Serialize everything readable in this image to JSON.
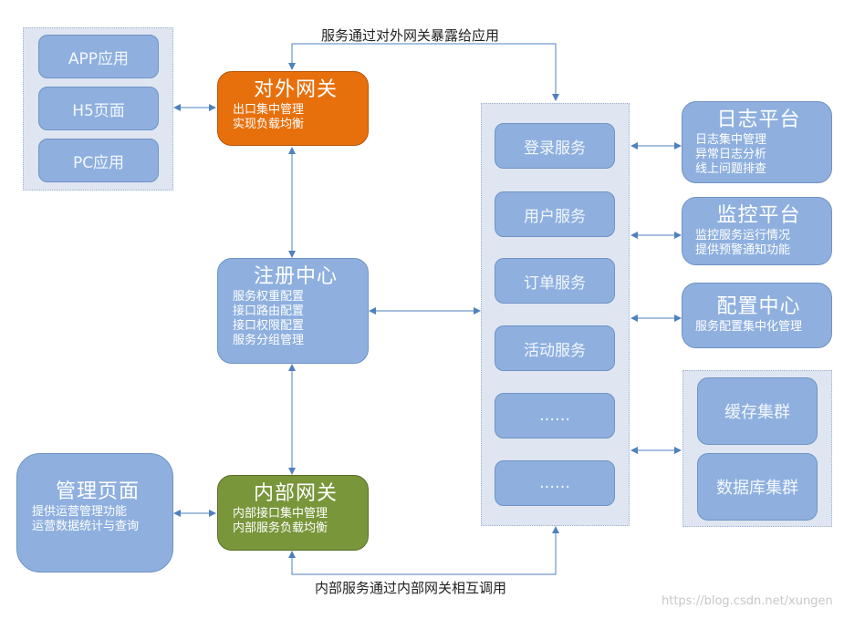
{
  "clients": [
    {
      "label": "APP应用"
    },
    {
      "label": "H5页面"
    },
    {
      "label": "PC应用"
    }
  ],
  "external_gateway": {
    "title": "对外网关",
    "lines": [
      "出口集中管理",
      "实现负载均衡"
    ],
    "color": "#e8700c"
  },
  "registry": {
    "title": "注册中心",
    "lines": [
      "服务权重配置",
      "接口路由配置",
      "接口权限配置",
      "服务分组管理"
    ]
  },
  "internal_gateway": {
    "title": "内部网关",
    "lines": [
      "内部接口集中管理",
      "内部服务负载均衡"
    ],
    "color": "#79963a"
  },
  "admin": {
    "title": "管理页面",
    "lines": [
      "提供运营管理功能",
      "运营数据统计与查询"
    ]
  },
  "services": [
    {
      "label": "登录服务"
    },
    {
      "label": "用户服务"
    },
    {
      "label": "订单服务"
    },
    {
      "label": "活动服务"
    },
    {
      "label": "……"
    },
    {
      "label": "……"
    }
  ],
  "log_platform": {
    "title": "日志平台",
    "lines": [
      "日志集中管理",
      "异常日志分析",
      "线上问题排查"
    ]
  },
  "monitor_platform": {
    "title": "监控平台",
    "lines": [
      "监控服务运行情况",
      "提供预警通知功能"
    ]
  },
  "config_center": {
    "title": "配置中心",
    "lines": [
      "服务配置集中化管理"
    ]
  },
  "storage": [
    {
      "label": "缓存集群"
    },
    {
      "label": "数据库集群"
    }
  ],
  "top_label": "服务通过对外网关暴露给应用",
  "bottom_label": "内部服务通过内部网关相互调用",
  "watermark": "https://blog.csdn.net/xungen",
  "colors": {
    "node_blue": "#8fb0df",
    "group_bg": "#dfe6f1",
    "arrow": "#4f81bd"
  }
}
